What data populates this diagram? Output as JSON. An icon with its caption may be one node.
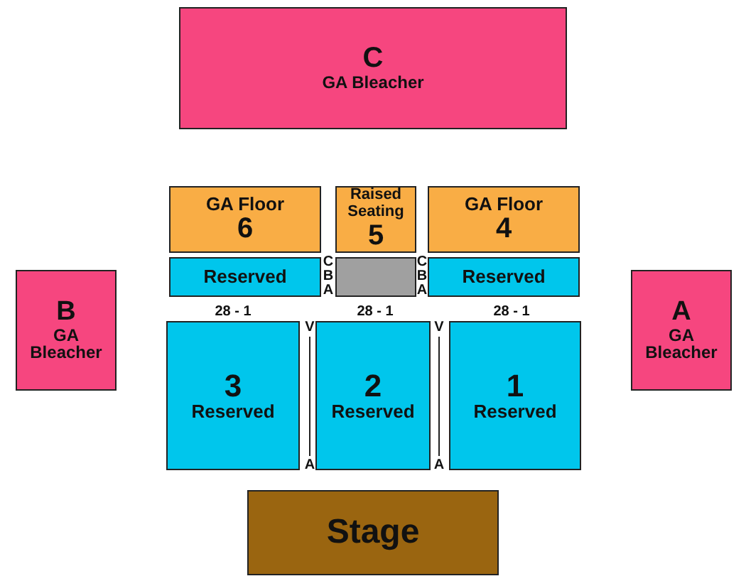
{
  "diagram": {
    "nodes": [
      {
        "text": [
          "C",
          "GA Bleacher"
        ]
      },
      {
        "text": [
          "GA Floor",
          "6"
        ]
      },
      {
        "text": [
          "Raised Seating",
          "5"
        ]
      },
      {
        "text": [
          "GA Floor",
          "4"
        ]
      },
      {
        "text": [
          "Reserved"
        ]
      },
      {
        "text": [],
        "shape": "box"
      },
      {
        "text": [
          "Reserved"
        ]
      },
      {
        "text": [
          "B",
          "GA Bleacher"
        ]
      },
      {
        "text": [
          "3",
          "Reserved"
        ]
      },
      {
        "text": [
          "2",
          "Reserved"
        ]
      },
      {
        "text": [
          "1",
          "Reserved"
        ]
      },
      {
        "text": [
          "A",
          "GA Bleacher"
        ]
      },
      {
        "text": [
          "Stage"
        ]
      }
    ],
    "labels": [
      "C",
      "B",
      "A",
      "C",
      "B",
      "A",
      "28 - 1",
      "28 - 1",
      "28 - 1",
      "V",
      "V",
      "A",
      "A"
    ]
  }
}
